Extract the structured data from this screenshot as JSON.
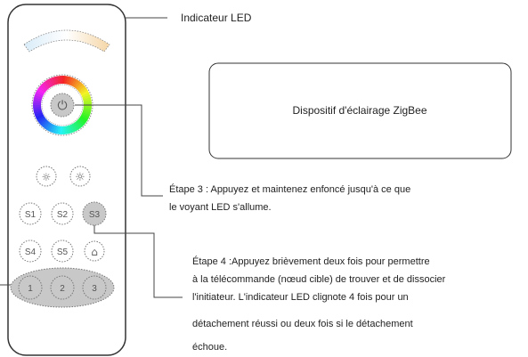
{
  "labels": {
    "led_indicator": "Indicateur LED",
    "device_box": "Dispositif d'éclairage ZigBee",
    "step3_line1": "Étape 3 : Appuyez et maintenez enfoncé jusqu'à ce que",
    "step3_line2": "le voyant LED s'allume.",
    "step4_line1": "Étape 4 :Appuyez brièvement deux fois pour permettre",
    "step4_line2": "à la télécommande (nœud cible) de trouver et de dissocier",
    "step4_line3": "l'initiateur. L'indicateur LED clignote 4 fois pour un",
    "step4_line4": "détachement réussi ou deux fois si le détachement",
    "step4_line5": "échoue."
  },
  "remote": {
    "power_symbol": "⏻",
    "brightness_symbol": "☼",
    "scene_buttons": [
      "S1",
      "S2",
      "S3",
      "S4",
      "S5"
    ],
    "home_symbol": "⌂",
    "zone_buttons": [
      "1",
      "2",
      "3"
    ]
  },
  "colors": {
    "remote_outline": "#333333",
    "highlight_fill": "#c8c8c8",
    "dotted_outline": "#777777",
    "leader_line": "#444444"
  }
}
